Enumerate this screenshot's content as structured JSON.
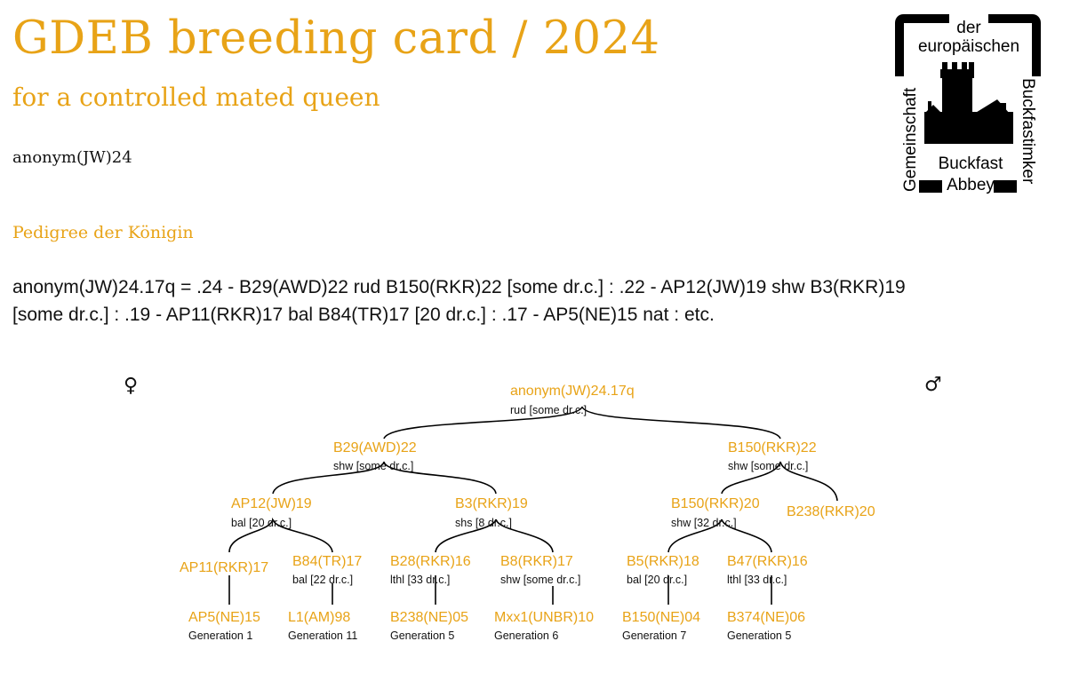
{
  "title": "GDEB breeding card / 2024",
  "subtitle": "for a controlled mated queen",
  "queen_id": "anonym(JW)24",
  "section_heading": "Pedigree der Königin",
  "pedigree_lines": [
    "anonym(JW)24.17q = .24 - B29(AWD)22 rud B150(RKR)22 [some dr.c.] : .22 - AP12(JW)19 shw B3(RKR)19",
    "[some dr.c.] : .19 - AP11(RKR)17 bal B84(TR)17 [20 dr.c.] : .17 - AP5(NE)15 nat : etc."
  ],
  "symbols": {
    "female": "♀",
    "male": "♂"
  },
  "logo": {
    "line1": "der",
    "line2": "europäischen",
    "left_vertical": "Gemeinschaft",
    "right_vertical": "Buckfastimker",
    "bottom1": "Buckfast",
    "bottom2": "Abbey"
  },
  "colors": {
    "accent": "#E8A317",
    "text": "#111111"
  },
  "tree": {
    "root": {
      "name": "anonym(JW)24.17q",
      "info": "rud [some dr.c.]"
    },
    "b29": {
      "name": "B29(AWD)22",
      "info": "shw [some dr.c.]"
    },
    "b150_22": {
      "name": "B150(RKR)22",
      "info": "shw [some dr.c.]"
    },
    "ap12": {
      "name": "AP12(JW)19",
      "info": "bal [20 dr.c.]"
    },
    "b3": {
      "name": "B3(RKR)19",
      "info": "shs [8 dr.c.]"
    },
    "b150_20": {
      "name": "B150(RKR)20",
      "info": "shw [32 dr.c.]"
    },
    "b238_rkr20": {
      "name": "B238(RKR)20"
    },
    "ap11": {
      "name": "AP11(RKR)17"
    },
    "b84": {
      "name": "B84(TR)17",
      "info": "bal [22 dr.c.]"
    },
    "b28": {
      "name": "B28(RKR)16",
      "info": "lthl [33 dr.c.]"
    },
    "b8": {
      "name": "B8(RKR)17",
      "info": "shw [some dr.c.]"
    },
    "b5": {
      "name": "B5(RKR)18",
      "info": "bal [20 dr.c.]"
    },
    "b47": {
      "name": "B47(RKR)16",
      "info": "lthl [33 dr.c.]"
    },
    "ap5": {
      "name": "AP5(NE)15",
      "info": "Generation 1"
    },
    "l1": {
      "name": "L1(AM)98",
      "info": "Generation 11"
    },
    "b238_ne05": {
      "name": "B238(NE)05",
      "info": "Generation 5"
    },
    "mxx1": {
      "name": "Mxx1(UNBR)10",
      "info": "Generation 6"
    },
    "b150_ne04": {
      "name": "B150(NE)04",
      "info": "Generation 7"
    },
    "b374": {
      "name": "B374(NE)06",
      "info": "Generation 5"
    }
  }
}
